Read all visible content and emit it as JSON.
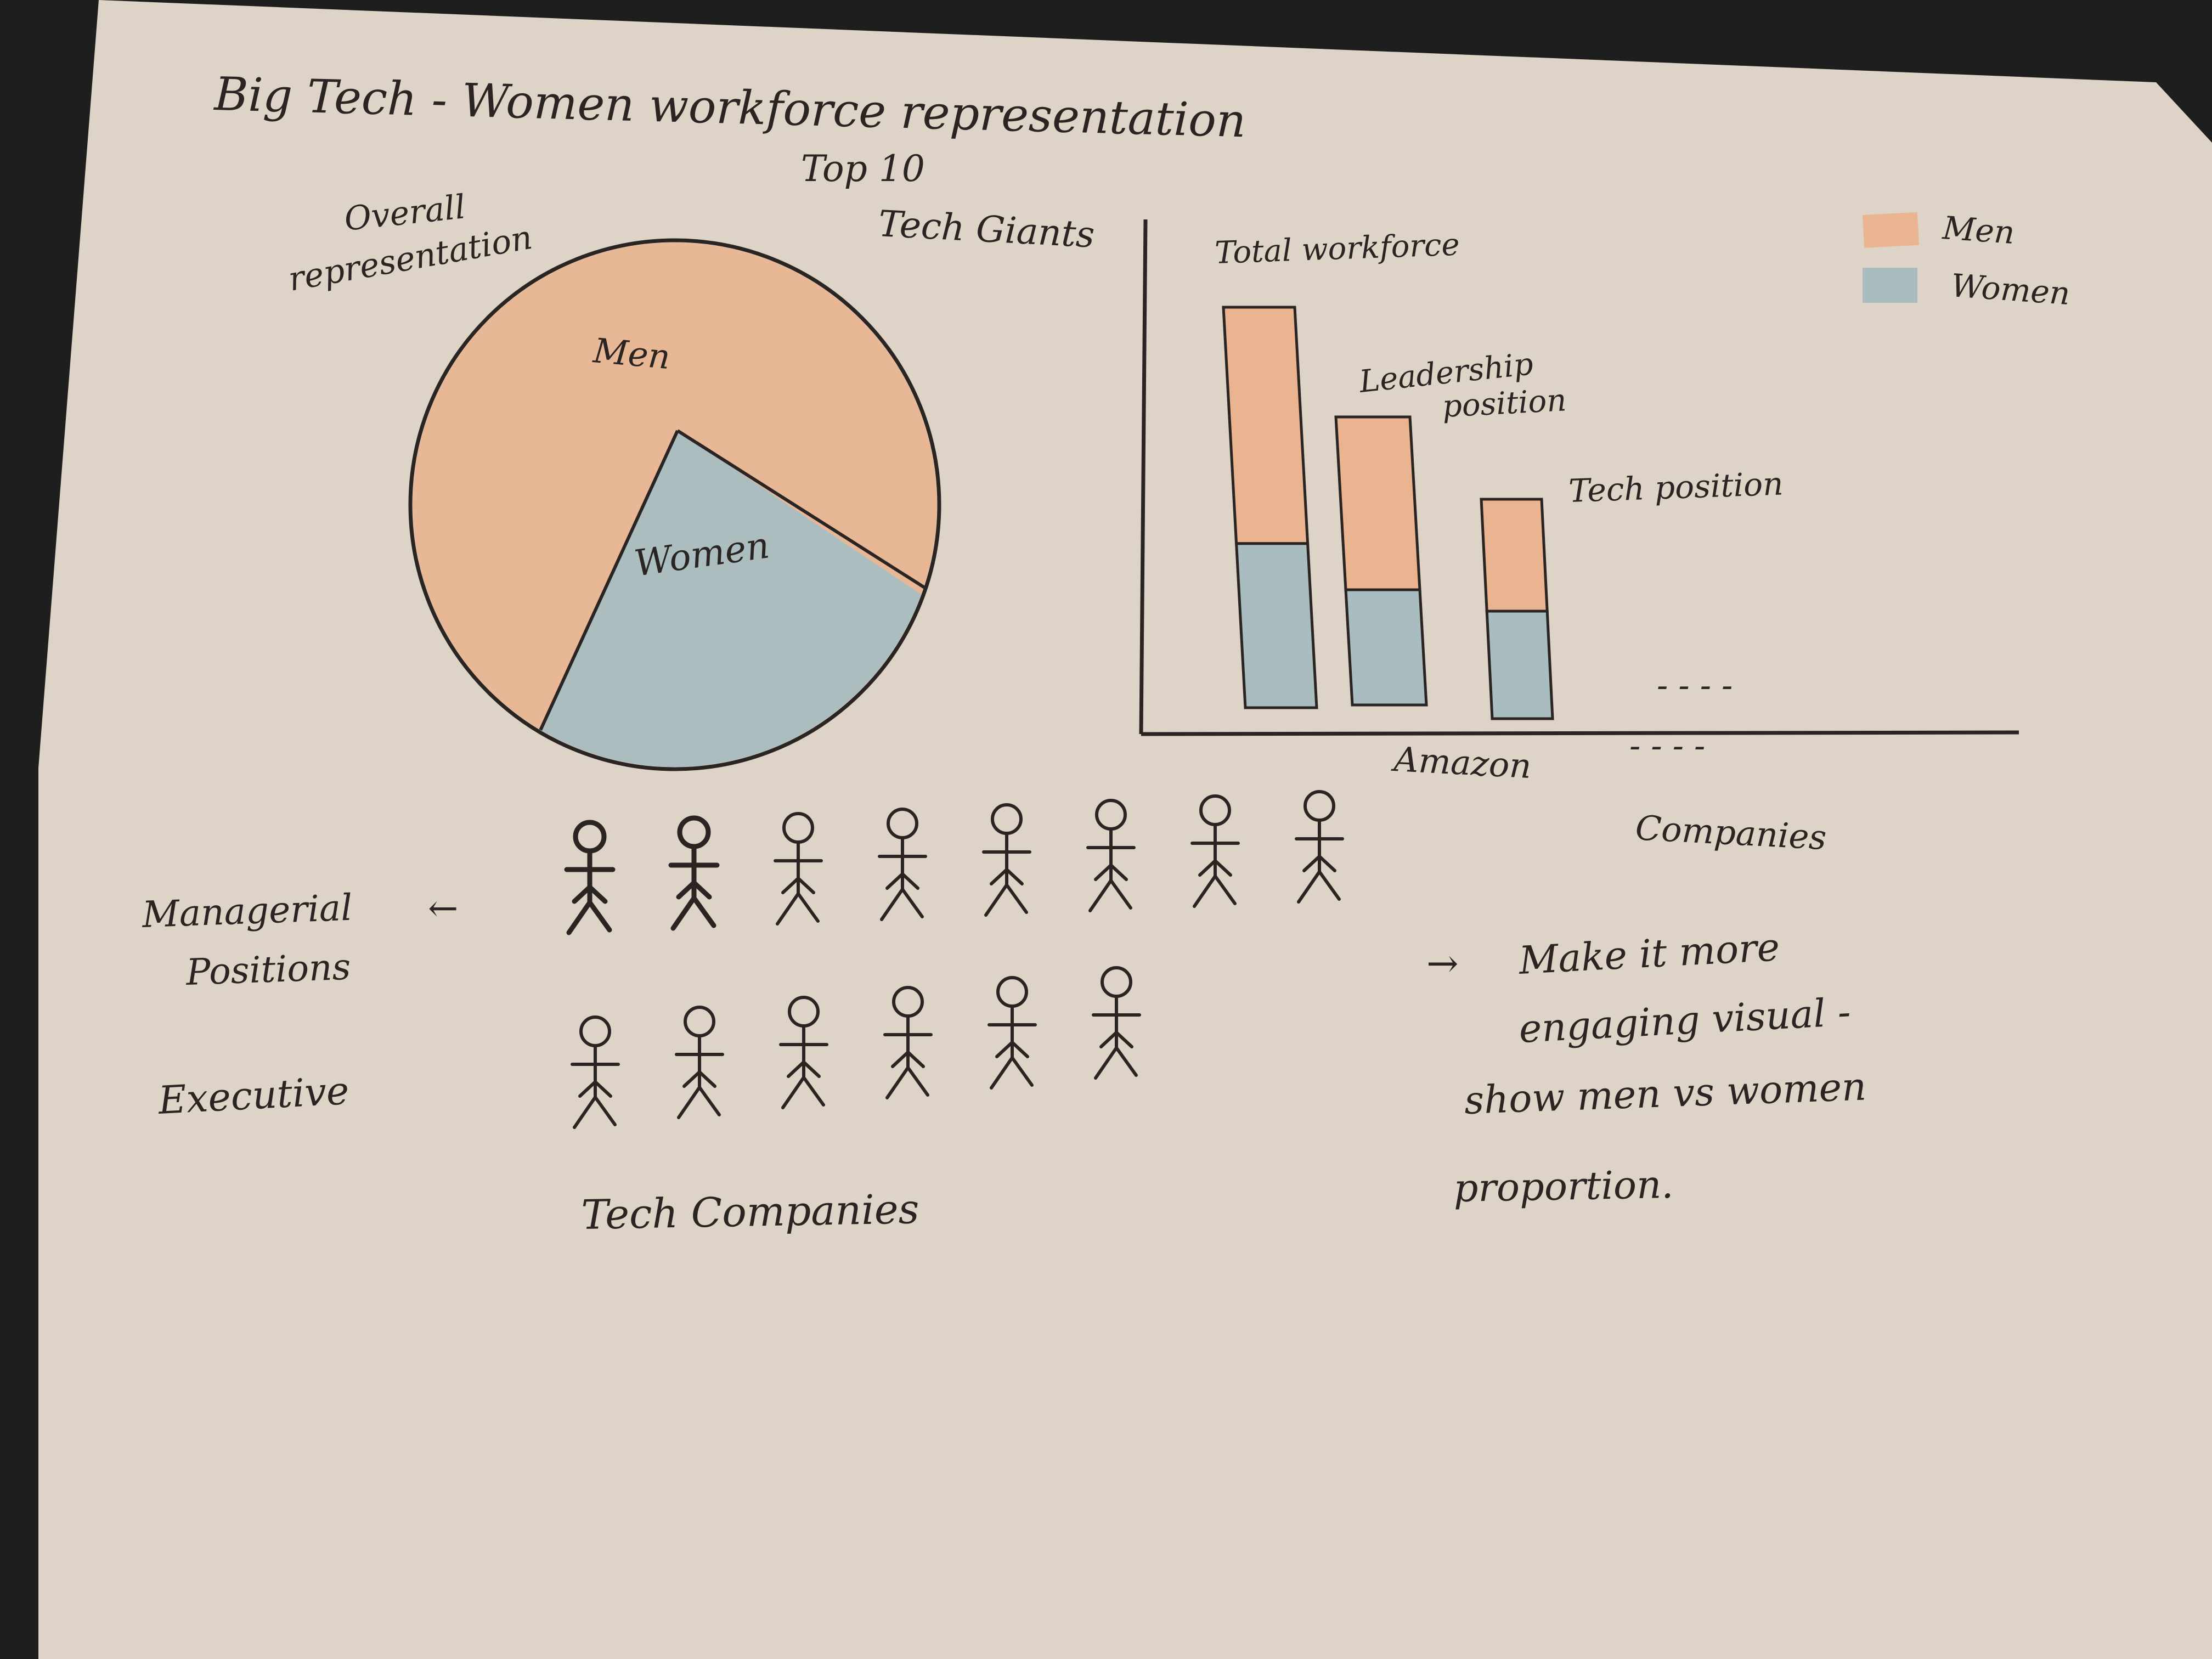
{
  "sketch": {
    "title": "Big Tech - Women workforce representation",
    "subtitle_line1": "Top 10",
    "subtitle_line2": "Tech Giants"
  },
  "pie": {
    "label_line1": "Overall",
    "label_line2": "representation",
    "slices": [
      {
        "name": "Men",
        "fraction": 0.72,
        "color": "#e9b48f"
      },
      {
        "name": "Women",
        "fraction": 0.28,
        "color": "#a9bcc0"
      }
    ]
  },
  "bar_chart": {
    "legend": [
      {
        "name": "Men",
        "color": "#e9b48f"
      },
      {
        "name": "Women",
        "color": "#a9bcc0"
      }
    ],
    "bars": [
      {
        "label_line1": "Total workforce",
        "label_line2": "",
        "men_fraction": 0.59,
        "women_fraction": 0.41
      },
      {
        "label_line1": "Leadership",
        "label_line2": "position",
        "men_fraction": 0.6,
        "women_fraction": 0.4
      },
      {
        "label_line1": "Tech position",
        "label_line2": "",
        "men_fraction": 0.51,
        "women_fraction": 0.49
      }
    ],
    "x_category": "Amazon",
    "x_axis_label": "Companies",
    "ellipsis": "- - - -"
  },
  "pictograph": {
    "rows": [
      {
        "label_line1": "Managerial",
        "label_line2": "Positions",
        "arrow": "←",
        "figures": 8,
        "highlighted": 2
      },
      {
        "label_line1": "Executive",
        "label_line2": "",
        "arrow": "",
        "figures": 6,
        "highlighted": 0
      }
    ],
    "x_label": "Tech Companies"
  },
  "note": {
    "arrow": "→",
    "line1": "Make it more",
    "line2": "engaging visual -",
    "line3": "show men vs women",
    "line4": "proportion."
  },
  "colors": {
    "paper": "#ddd3c6",
    "ink": "#2a2522",
    "men": "#e9b48f",
    "women": "#a9bcc0"
  }
}
